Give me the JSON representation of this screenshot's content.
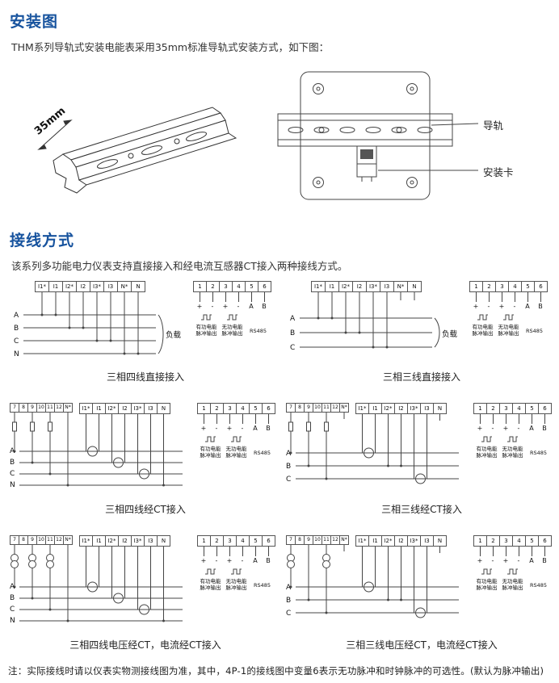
{
  "page": {
    "bg": "#ffffff",
    "accent": "#17539e",
    "line_color": "#444444"
  },
  "install": {
    "heading": "安装图",
    "intro": "THM系列导轨式安装电能表采用35mm标准导轨式安装方式，如下图：",
    "rail_dim": "35mm",
    "callouts": {
      "rail": "导轨",
      "clip": "安装卡"
    }
  },
  "wiring": {
    "heading": "接线方式",
    "intro": "该系列多功能电力仪表支持直接接入和经电流互感器CT接入两种接线方式。",
    "load_label": "负载",
    "phases4": [
      "A",
      "B",
      "C",
      "N"
    ],
    "phases3": [
      "A",
      "B",
      "C"
    ],
    "strips": {
      "direct8": [
        "I1*",
        "I1",
        "I2*",
        "I2",
        "I3*",
        "I3",
        "N*",
        "N"
      ],
      "ct_current": [
        "I1*",
        "I1",
        "I2*",
        "I2",
        "I3*",
        "I3",
        "N"
      ],
      "volt7": [
        "7",
        "8",
        "9",
        "10",
        "11",
        "12",
        "N*"
      ],
      "comm6": [
        "1",
        "2",
        "3",
        "4",
        "5",
        "6"
      ],
      "polarity": [
        "+",
        "-",
        "+",
        "-",
        "A",
        "B"
      ]
    },
    "comm_labels": {
      "active": "有功电能\n脉冲输出",
      "reactive": "无功电能\n脉冲输出",
      "rs485": "RS485"
    },
    "captions": [
      "三相四线直接接入",
      "三相三线直接接入",
      "三相四线经CT接入",
      "三相三线经CT接入",
      "三相四线电压经CT，电流经CT接入",
      "三相三线电压经CT，电流经CT接入"
    ]
  },
  "note": "注：实际接线时请以仪表实物测接线图为准，其中，4P-1的接线图中变量6表示无功脉冲和时钟脉冲的可选性。(默认为脉冲输出)"
}
